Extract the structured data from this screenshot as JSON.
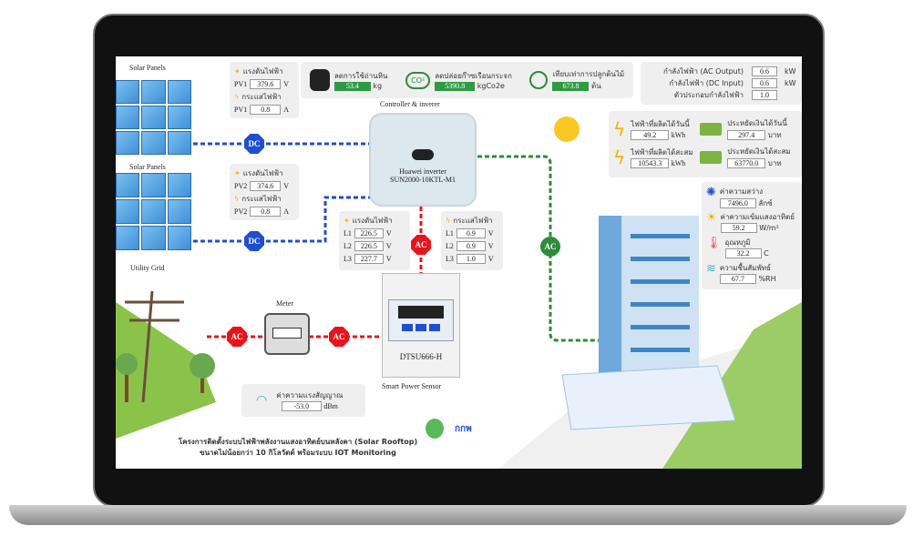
{
  "solar": {
    "label1": "Solar Panels",
    "label2": "Solar Panels"
  },
  "pv1": {
    "voltage_label": "แรงดันไฟฟ้า",
    "name": "PV1",
    "voltage": "379.6",
    "voltage_unit": "V",
    "current_label": "กระแสไฟฟ้า",
    "current": "0.8",
    "current_unit": "A"
  },
  "pv2": {
    "voltage_label": "แรงดันไฟฟ้า",
    "name": "PV2",
    "voltage": "374.6",
    "voltage_unit": "V",
    "current_label": "กระแสไฟฟ้า",
    "current": "0.8",
    "current_unit": "A"
  },
  "env": {
    "coal_label": "ลดการใช้ถ่านหิน",
    "coal": "53.4",
    "coal_unit": "kg",
    "co2_label": "ลดปล่อยก๊าซเรือนกระจก",
    "co2": "5390.8",
    "co2_unit": "kgCo2e",
    "co2_icon": "CO²",
    "tree_label": "เทียบเท่าการปลูกต้นไม้",
    "tree": "673.8",
    "tree_unit": "ต้น"
  },
  "power": {
    "ac_label": "กำลังไฟฟ้า (AC Output)",
    "ac": "0.6",
    "ac_unit": "kW",
    "dc_label": "กำลังไฟฟ้า (DC Input)",
    "dc": "0.6",
    "dc_unit": "kW",
    "pf_label": "ตัวประกอบกำลังไฟฟ้า",
    "pf": "1.0"
  },
  "energy": {
    "today_label": "ไฟฟ้าที่ผลิตได้วันนี้",
    "today": "49.2",
    "today_unit": "kWh",
    "total_label": "ไฟฟ้าที่ผลิตได้สะสม",
    "total": "10543.3",
    "total_unit": "kWh",
    "save_today_label": "ประหยัดเงินได้วันนี้",
    "save_today": "297.4",
    "save_today_unit": "บาท",
    "save_total_label": "ประหยัดเงินได้สะสม",
    "save_total": "63770.0",
    "save_total_unit": "บาท"
  },
  "weather": {
    "lux_label": "ค่าความสว่าง",
    "lux": "7496.0",
    "lux_unit": "ลักซ์",
    "irr_label": "ค่าความเข้มแสงอาทิตย์",
    "irr": "59.2",
    "irr_unit": "W/m²",
    "temp_label": "อุณหภูมิ",
    "temp": "32.2",
    "temp_unit": "C",
    "hum_label": "ความชื้นสัมพัทธ์",
    "hum": "67.7",
    "hum_unit": "%RH"
  },
  "inverter": {
    "title": "Controller & inverer",
    "name": "Huawei inverter",
    "model": "SUN2000-10KTL-M1"
  },
  "ac_voltage": {
    "label": "แรงดันไฟฟ้า",
    "rows": [
      {
        "n": "L1",
        "v": "226.5",
        "u": "V"
      },
      {
        "n": "L2",
        "v": "226.5",
        "u": "V"
      },
      {
        "n": "L3",
        "v": "227.7",
        "u": "V"
      }
    ]
  },
  "ac_current": {
    "label": "กระแสไฟฟ้า",
    "rows": [
      {
        "n": "L1",
        "v": "0.9",
        "u": "V"
      },
      {
        "n": "L2",
        "v": "0.9",
        "u": "V"
      },
      {
        "n": "L3",
        "v": "1.0",
        "u": "V"
      }
    ]
  },
  "badges": {
    "dc": "DC",
    "ac": "AC"
  },
  "grid": {
    "label": "Utility Grid",
    "meter": "Meter"
  },
  "sensor": {
    "model": "DTSU666-H",
    "label": "Smart Power Sensor"
  },
  "signal": {
    "label": "ค่าความแรงสัญญาณ",
    "value": "-53.0",
    "unit": "dBm"
  },
  "footer": {
    "line1": "โครงการติดตั้งระบบไฟฟ้าพลังงานแสงอาทิตย์บนหลังคา (Solar Rooftop)",
    "line2": "ขนาดไม่น้อยกว่า 10 กิโลวัตต์ พร้อมระบบ IOT Monitoring",
    "logo": "กกพ"
  },
  "colors": {
    "dc": "#1f4fd0",
    "ac_red": "#e8141b",
    "ac_green": "#2e8b3a",
    "value_green": "#2e9a44"
  }
}
